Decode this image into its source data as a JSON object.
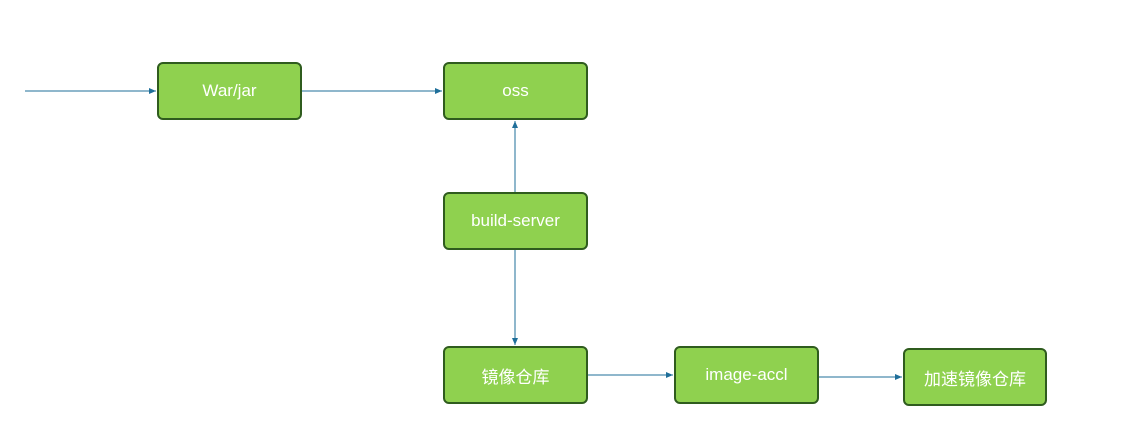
{
  "colors": {
    "node_fill": "#8fd14f",
    "node_border": "#2f5c1e",
    "node_text": "#ffffff",
    "edge": "#1f6f9a"
  },
  "nodes": {
    "war_jar": "War/jar",
    "oss": "oss",
    "build_server": "build-server",
    "image_repo": "镜像仓库",
    "image_accl": "image-accl",
    "accelerated_repo": "加速镜像仓库"
  },
  "edges": [
    {
      "from": "input",
      "to": "war_jar"
    },
    {
      "from": "war_jar",
      "to": "oss"
    },
    {
      "from": "build_server",
      "to": "oss"
    },
    {
      "from": "build_server",
      "to": "image_repo"
    },
    {
      "from": "image_repo",
      "to": "image_accl"
    },
    {
      "from": "image_accl",
      "to": "accelerated_repo"
    }
  ]
}
